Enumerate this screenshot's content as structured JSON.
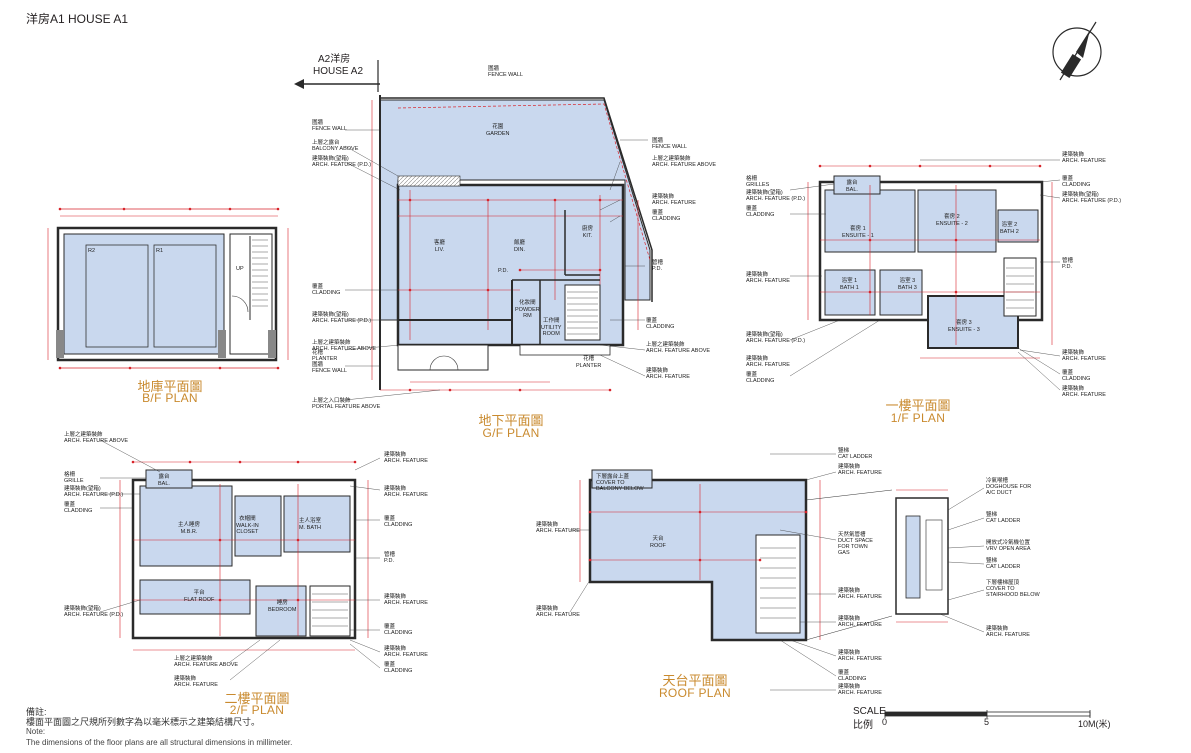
{
  "document": {
    "title": "洋房A1 HOUSE A1"
  },
  "neighbor": {
    "name_cn": "A2洋房",
    "name_en": "HOUSE A2"
  },
  "plans": {
    "bf": {
      "cn": "地庫平面圖",
      "en": "B/F PLAN"
    },
    "gf": {
      "cn": "地下平面圖",
      "en": "G/F PLAN"
    },
    "f1": {
      "cn": "一樓平面圖",
      "en": "1/F PLAN"
    },
    "f2": {
      "cn": "二樓平面圖",
      "en": "2/F PLAN"
    },
    "roof": {
      "cn": "天台平面圖",
      "en": "ROOF PLAN"
    }
  },
  "rooms": {
    "bf_r2": "R2",
    "bf_r1": "R1",
    "bf_up": "UP",
    "gf_garden": "花園\nGARDEN",
    "gf_liv": "客廳\nLIV.",
    "gf_din": "飯廳\nDIN.",
    "gf_kit": "廚房\nKIT.",
    "gf_powder": "化妝間\nPOWDER\nRM",
    "gf_utility": "工作間\nUTILITY\nROOM",
    "gf_pd": "P.D.",
    "gf_planter": "花槽\nPLANTER",
    "f1_ensuite1": "套房 1\nENSUITE - 1",
    "f1_ensuite2": "套房 2\nENSUITE - 2",
    "f1_ensuite3": "套房 3\nENSUITE - 3",
    "f1_bath1": "浴室 1\nBATH 1",
    "f1_bath2": "浴室 2\nBATH 2",
    "f1_bath3": "浴室 3\nBATH 3",
    "f1_bal": "露台\nBAL.",
    "f2_mbr": "主人睡房\nM.B.R.",
    "f2_closet": "衣帽間\nWALK-IN\nCLOSET",
    "f2_mbath": "主人浴室\nM. BATH",
    "f2_bedroom": "睡房\nBEDROOM",
    "f2_flatroof": "平台\nFLAT ROOF",
    "f2_bal": "露台\nBAL.",
    "roof_roof": "天台\nROOF"
  },
  "labels": {
    "fence_wall_top": "圍牆\nFENCE WALL",
    "fence_wall_l": "圍牆\nFENCE WALL",
    "fence_wall_r": "圍牆\nFENCE WALL",
    "balcony_above": "上層之露台\nBALCONY ABOVE",
    "arch_pd": "建築裝飾(望箱)\nARCH. FEATURE (P.D.)",
    "arch_above": "上層之建築裝飾\nARCH. FEATURE ABOVE",
    "arch": "建築裝飾\nARCH. FEATURE",
    "cladding": "覆蓋\nCLADDING",
    "pd": "管槽\nP.D.",
    "planter": "花槽\nPLANTER",
    "fence_wall_b": "圍牆\nFENCE WALL",
    "portal": "上層之入口裝飾\nPORTAL FEATURE ABOVE",
    "grilles": "格柵\nGRILLES",
    "grille": "格柵\nGRILLE",
    "cat_ladder": "豎梯\nCAT LADDER",
    "duct_space": "天然氣管槽\nDUCT SPACE\nFOR TOWN\nGAS",
    "doghouse": "冷氣喉槽\nDOGHOUSE FOR\nA/C DUCT",
    "vrv": "開放式冷氣機位置\nVRV OPEN AREA",
    "cover_stair": "下層樓梯屋頂\nCOVER TO\nSTAIRHOOD BELOW",
    "cover_balcony": "下層露台上蓋\nCOVER TO\nBALCONY BELOW"
  },
  "notes": {
    "cn_head": "備註:",
    "cn_body": "樓面平面圖之尺規所列數字為以毫米標示之建築結構尺寸。",
    "en_head": "Note:",
    "en_body": "The dimensions of the floor plans are all structural dimensions in millimeter."
  },
  "scale": {
    "label_en": "SCALE",
    "label_cn": "比例",
    "ticks": [
      "0",
      "5",
      "10M(米)"
    ]
  },
  "colors": {
    "room_fill": "#c9d8ee",
    "wall": "#2a2a2a",
    "dim_red": "#d8232a",
    "plan_title": "#c98a2e"
  },
  "icons": {
    "north": "north-arrow-icon",
    "arrow": "left-arrow-icon"
  }
}
